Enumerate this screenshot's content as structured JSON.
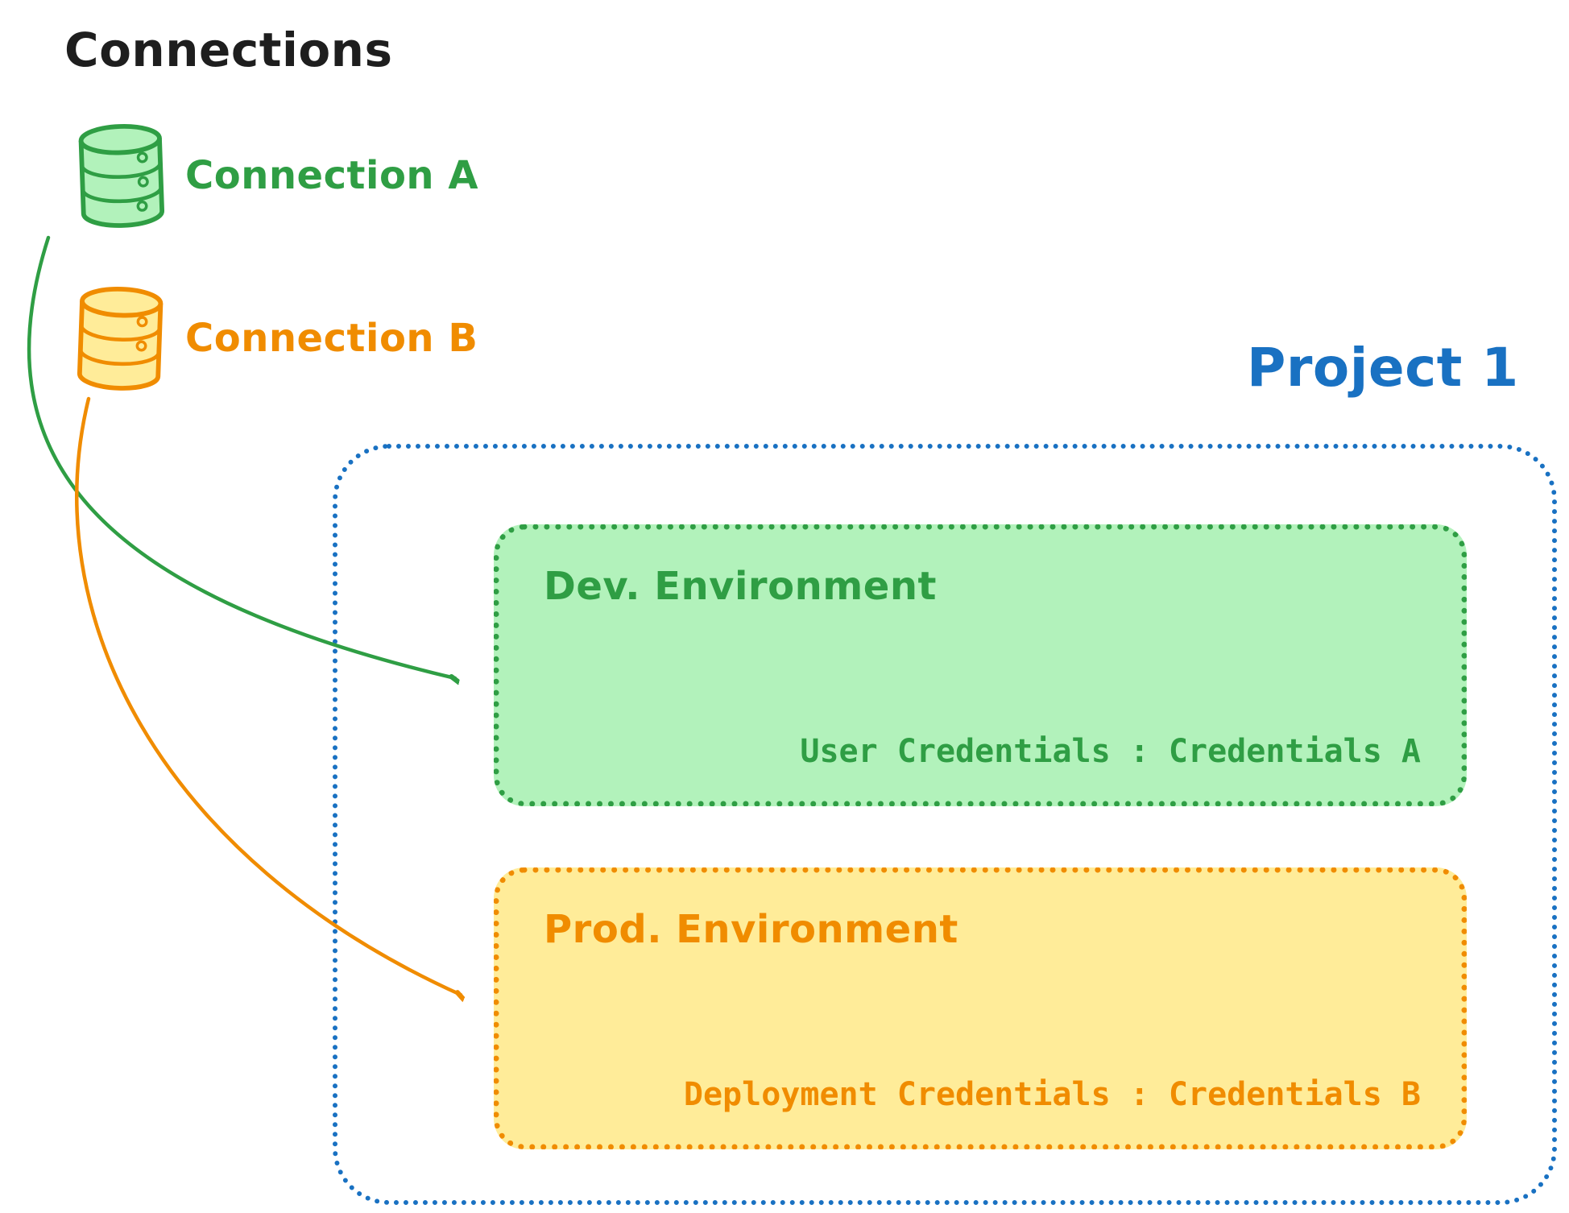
{
  "title": "Connections",
  "colors": {
    "green": "#2f9e44",
    "green_fill": "#b2f2bb",
    "orange": "#f08c00",
    "orange_fill": "#ffec99",
    "blue": "#1971c2",
    "text": "#1e1e1e"
  },
  "connections": [
    {
      "label": "Connection A",
      "color": "#2f9e44"
    },
    {
      "label": "Connection B",
      "color": "#f08c00"
    }
  ],
  "project": {
    "label": "Project 1",
    "environments": [
      {
        "name": "Dev. Environment",
        "credentials": "User Credentials : Credentials A"
      },
      {
        "name": "Prod. Environment",
        "credentials": "Deployment Credentials : Credentials B"
      }
    ]
  }
}
